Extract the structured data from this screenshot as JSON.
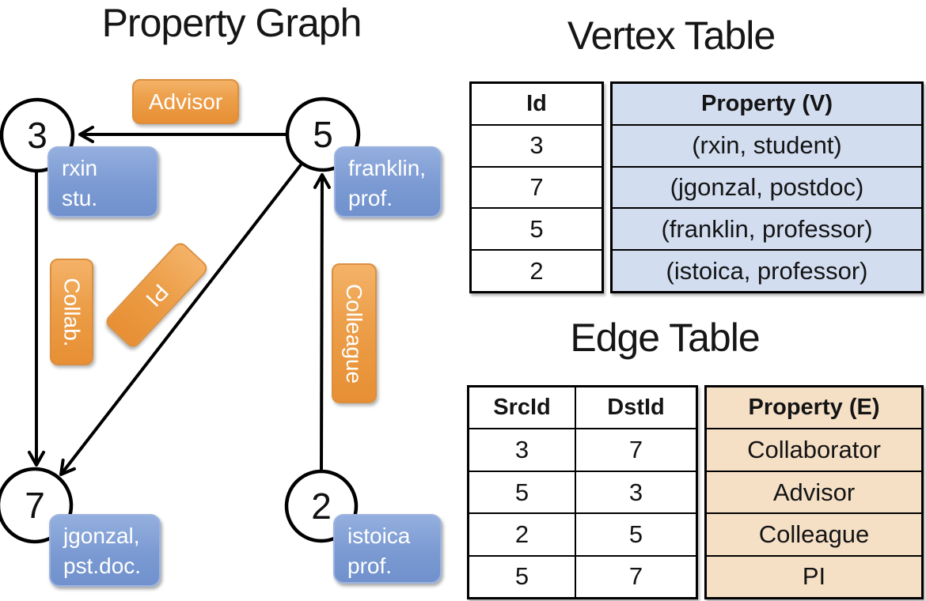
{
  "graph": {
    "title": "Property Graph",
    "nodes": [
      {
        "id": "3",
        "label_lines": [
          "rxin",
          "stu."
        ]
      },
      {
        "id": "5",
        "label_lines": [
          "franklin,",
          "prof."
        ]
      },
      {
        "id": "7",
        "label_lines": [
          "jgonzal,",
          "pst.doc."
        ]
      },
      {
        "id": "2",
        "label_lines": [
          "istoica",
          "prof."
        ]
      }
    ],
    "edges": [
      {
        "from": "5",
        "to": "3",
        "label": "Advisor"
      },
      {
        "from": "3",
        "to": "7",
        "label": "Collab."
      },
      {
        "from": "5",
        "to": "7",
        "label": "PI"
      },
      {
        "from": "2",
        "to": "5",
        "label": "Colleague"
      }
    ]
  },
  "vertex_table": {
    "title": "Vertex Table",
    "columns": [
      "Id",
      "Property (V)"
    ],
    "rows": [
      [
        "3",
        "(rxin, student)"
      ],
      [
        "7",
        "(jgonzal, postdoc)"
      ],
      [
        "5",
        "(franklin, professor)"
      ],
      [
        "2",
        "(istoica, professor)"
      ]
    ]
  },
  "edge_table": {
    "title": "Edge Table",
    "columns": [
      "SrcId",
      "DstId",
      "Property (E)"
    ],
    "rows": [
      [
        "3",
        "7",
        "Collaborator"
      ],
      [
        "5",
        "3",
        "Advisor"
      ],
      [
        "2",
        "5",
        "Colleague"
      ],
      [
        "5",
        "7",
        "PI"
      ]
    ]
  },
  "colors": {
    "edge_label_orange": "#EC9E48",
    "vertex_box_blue": "#7B9AD3",
    "vertex_property_bg": "#D2DDF0",
    "edge_property_bg": "#F5E0C6",
    "line_black": "#000000"
  }
}
